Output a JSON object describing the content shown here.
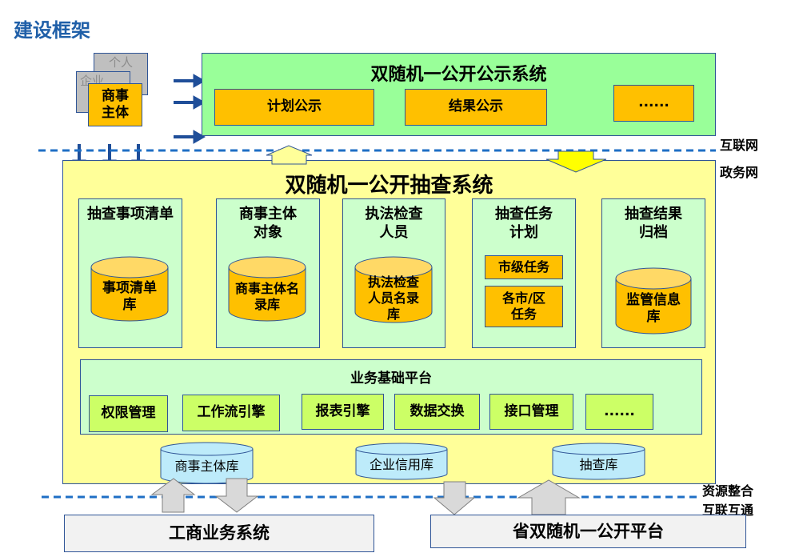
{
  "title": "建设框架",
  "entities": {
    "person": "个人",
    "enterprise": "企业",
    "market_subject": "商事主体"
  },
  "publicity_system": {
    "title": "双随机一公开公示系统",
    "items": [
      "计划公示",
      "结果公示",
      "......"
    ]
  },
  "network_labels": {
    "internet": "互联网",
    "gov_network": "政务网",
    "integration": "资源整合",
    "interconnect": "互联互通"
  },
  "inspection_system": {
    "title": "双随机一公开抽查系统",
    "columns": [
      {
        "title": "抽查事项清单",
        "db": "事项清单库"
      },
      {
        "title": "商事主体对象",
        "db": "商事主体名录库"
      },
      {
        "title": "执法检查人员",
        "db": "执法检查人员名录库"
      },
      {
        "title": "抽查任务计划",
        "tasks": [
          "市级任务",
          "各市/区任务"
        ]
      },
      {
        "title": "抽查结果归档",
        "db": "监管信息库"
      }
    ],
    "platform": {
      "title": "业务基础平台",
      "items": [
        "权限管理",
        "工作流引擎",
        "报表引擎",
        "数据交换",
        "接口管理",
        "......"
      ]
    },
    "databases": [
      "商事主体库",
      "企业信用库",
      "抽查库"
    ]
  },
  "external_systems": [
    "工商业务系统",
    "省双随机一公开平台"
  ],
  "colors": {
    "title_blue": "#1F5FA8",
    "green": "#99FF99",
    "yellow": "#FFFF99",
    "light_green": "#CCFFCC",
    "orange": "#FFC000",
    "lime": "#CCFF66",
    "db_blue": "#BDEBFA",
    "gray": "#F2F2F2"
  }
}
